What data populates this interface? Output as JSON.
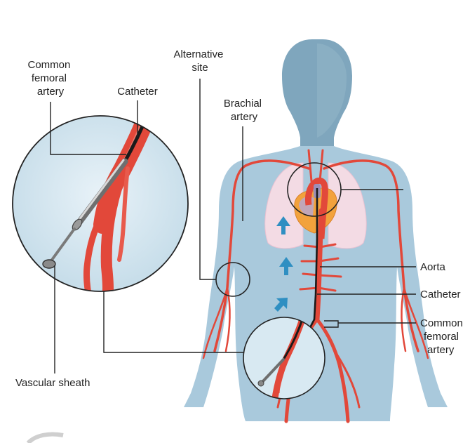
{
  "labels": {
    "common_femoral_artery_left": [
      "Common",
      "femoral",
      "artery"
    ],
    "catheter_left": "Catheter",
    "alternative_site": [
      "Alternative",
      "site"
    ],
    "brachial_artery": [
      "Brachial",
      "artery"
    ],
    "vascular_sheath": "Vascular sheath",
    "aorta": "Aorta",
    "catheter_right": "Catheter",
    "common_femoral_artery_right": [
      "Common",
      "femoral",
      "artery"
    ]
  },
  "colors": {
    "body_silhouette": "#a9c9dc",
    "head_silhouette": "#7fa6bd",
    "artery": "#e2483a",
    "catheter": "#1a1a1a",
    "lungs": "#f3dbe4",
    "heart": "#f2a23c",
    "arrow": "#2f8fc2",
    "leader_line": "#222222"
  },
  "icons": {
    "flow_arrows": "up-arrow",
    "sheath": "vascular-sheath"
  }
}
